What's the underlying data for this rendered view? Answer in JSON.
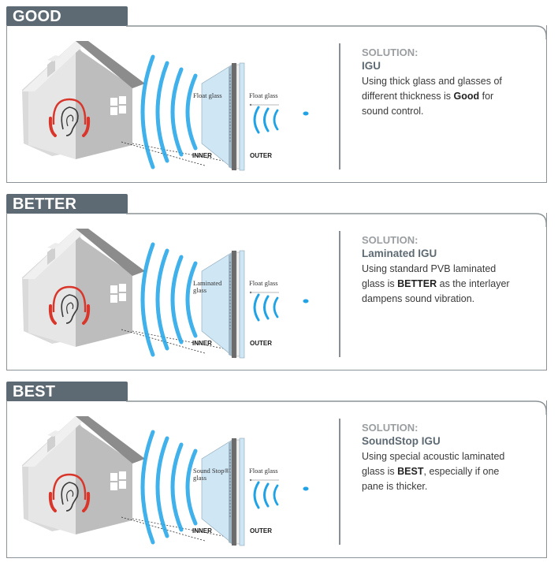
{
  "panels": [
    {
      "label": "GOOD",
      "inner_glass": "Float glass",
      "inner_glass_line2": "",
      "outer_glass": "Float glass",
      "inner_label": "INNER",
      "outer_label": "OUTER",
      "solution_heading": "SOLUTION:",
      "solution_name": "IGU",
      "desc_before": "Using thick glass and glasses of different thickness is ",
      "desc_bold": "Good",
      "desc_after": " for sound control."
    },
    {
      "label": "BETTER",
      "inner_glass": "Laminated",
      "inner_glass_line2": "glass",
      "outer_glass": "Float glass",
      "inner_label": "INNER",
      "outer_label": "OUTER",
      "solution_heading": "SOLUTION:",
      "solution_name": "Laminated IGU",
      "desc_before": "Using standard PVB laminated glass is ",
      "desc_bold": "BETTER",
      "desc_after": " as the interlayer dampens sound vibration."
    },
    {
      "label": "BEST",
      "inner_glass": "Sound Stop®",
      "inner_glass_line2": "glass",
      "outer_glass": "Float glass",
      "inner_label": "INNER",
      "outer_label": "OUTER",
      "solution_heading": "SOLUTION:",
      "solution_name": "SoundStop IGU",
      "desc_before": "Using special acoustic laminated glass is ",
      "desc_bold": "BEST",
      "desc_after": ", especially if one pane is thicker."
    }
  ],
  "colors": {
    "tab": "#5e6a73",
    "border": "#8c9296",
    "wave": "#1fa3e6",
    "ear": "#d9362b",
    "glass": "#cfe6f5"
  },
  "icons": [
    "house-icon",
    "ear-headphones-icon",
    "sound-wave-icon",
    "window-pane-icon"
  ]
}
